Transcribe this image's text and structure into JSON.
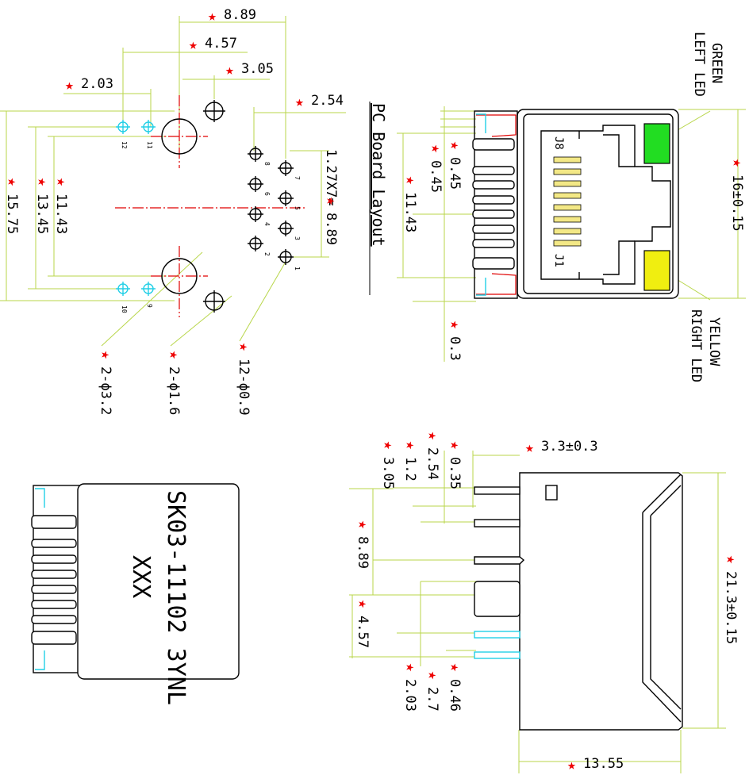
{
  "pcb": {
    "title": "PC Board Layout",
    "dim_8_89": "8.89",
    "dim_4_57": "4.57",
    "dim_3_05": "3.05",
    "dim_2_03": "2.03",
    "dim_2_54": "2.54",
    "dim_pitch": "1.27X7=",
    "dim_pitch_total": "8.89",
    "dim_15_75": "15.75",
    "dim_13_45": "13.45",
    "dim_11_43": "11.43",
    "hole_big": "2-ϕ3.2",
    "hole_mid": "2-ϕ1.6",
    "hole_small": "12-ϕ0.9",
    "pin_numbers": [
      "1",
      "2",
      "3",
      "4",
      "5",
      "6",
      "7",
      "8",
      "9",
      "10",
      "11",
      "12"
    ]
  },
  "front": {
    "dim_0_45a": "0.45",
    "dim_0_45b": "0.45",
    "dim_11_43": "11.43",
    "dim_0_3": "0.3",
    "dim_16": "16±0.15",
    "pin_first": "J1",
    "pin_last": "J8",
    "led_left_line1": "GREEN",
    "led_left_line2": "LEFT LED",
    "led_right_line1": "YELLOW",
    "led_right_line2": "RIGHT LED",
    "led_left_color": "#22dd22",
    "led_right_color": "#f0ee10"
  },
  "top": {
    "part_number": "SK03-11102 3YNL",
    "part_suffix": "XXX"
  },
  "side": {
    "dim_3_3": "3.3±0.3",
    "dim_3_05": "3.05",
    "dim_1_2": "1.2",
    "dim_2_54": "2.54",
    "dim_0_35": "0.35",
    "dim_8_89": "8.89",
    "dim_4_57": "4.57",
    "dim_2_03": "2.03",
    "dim_2_7": "2.7",
    "dim_0_46": "0.46",
    "dim_21_3": "21.3±0.15",
    "dim_13_55": "13.55"
  },
  "star_symbol": "★"
}
